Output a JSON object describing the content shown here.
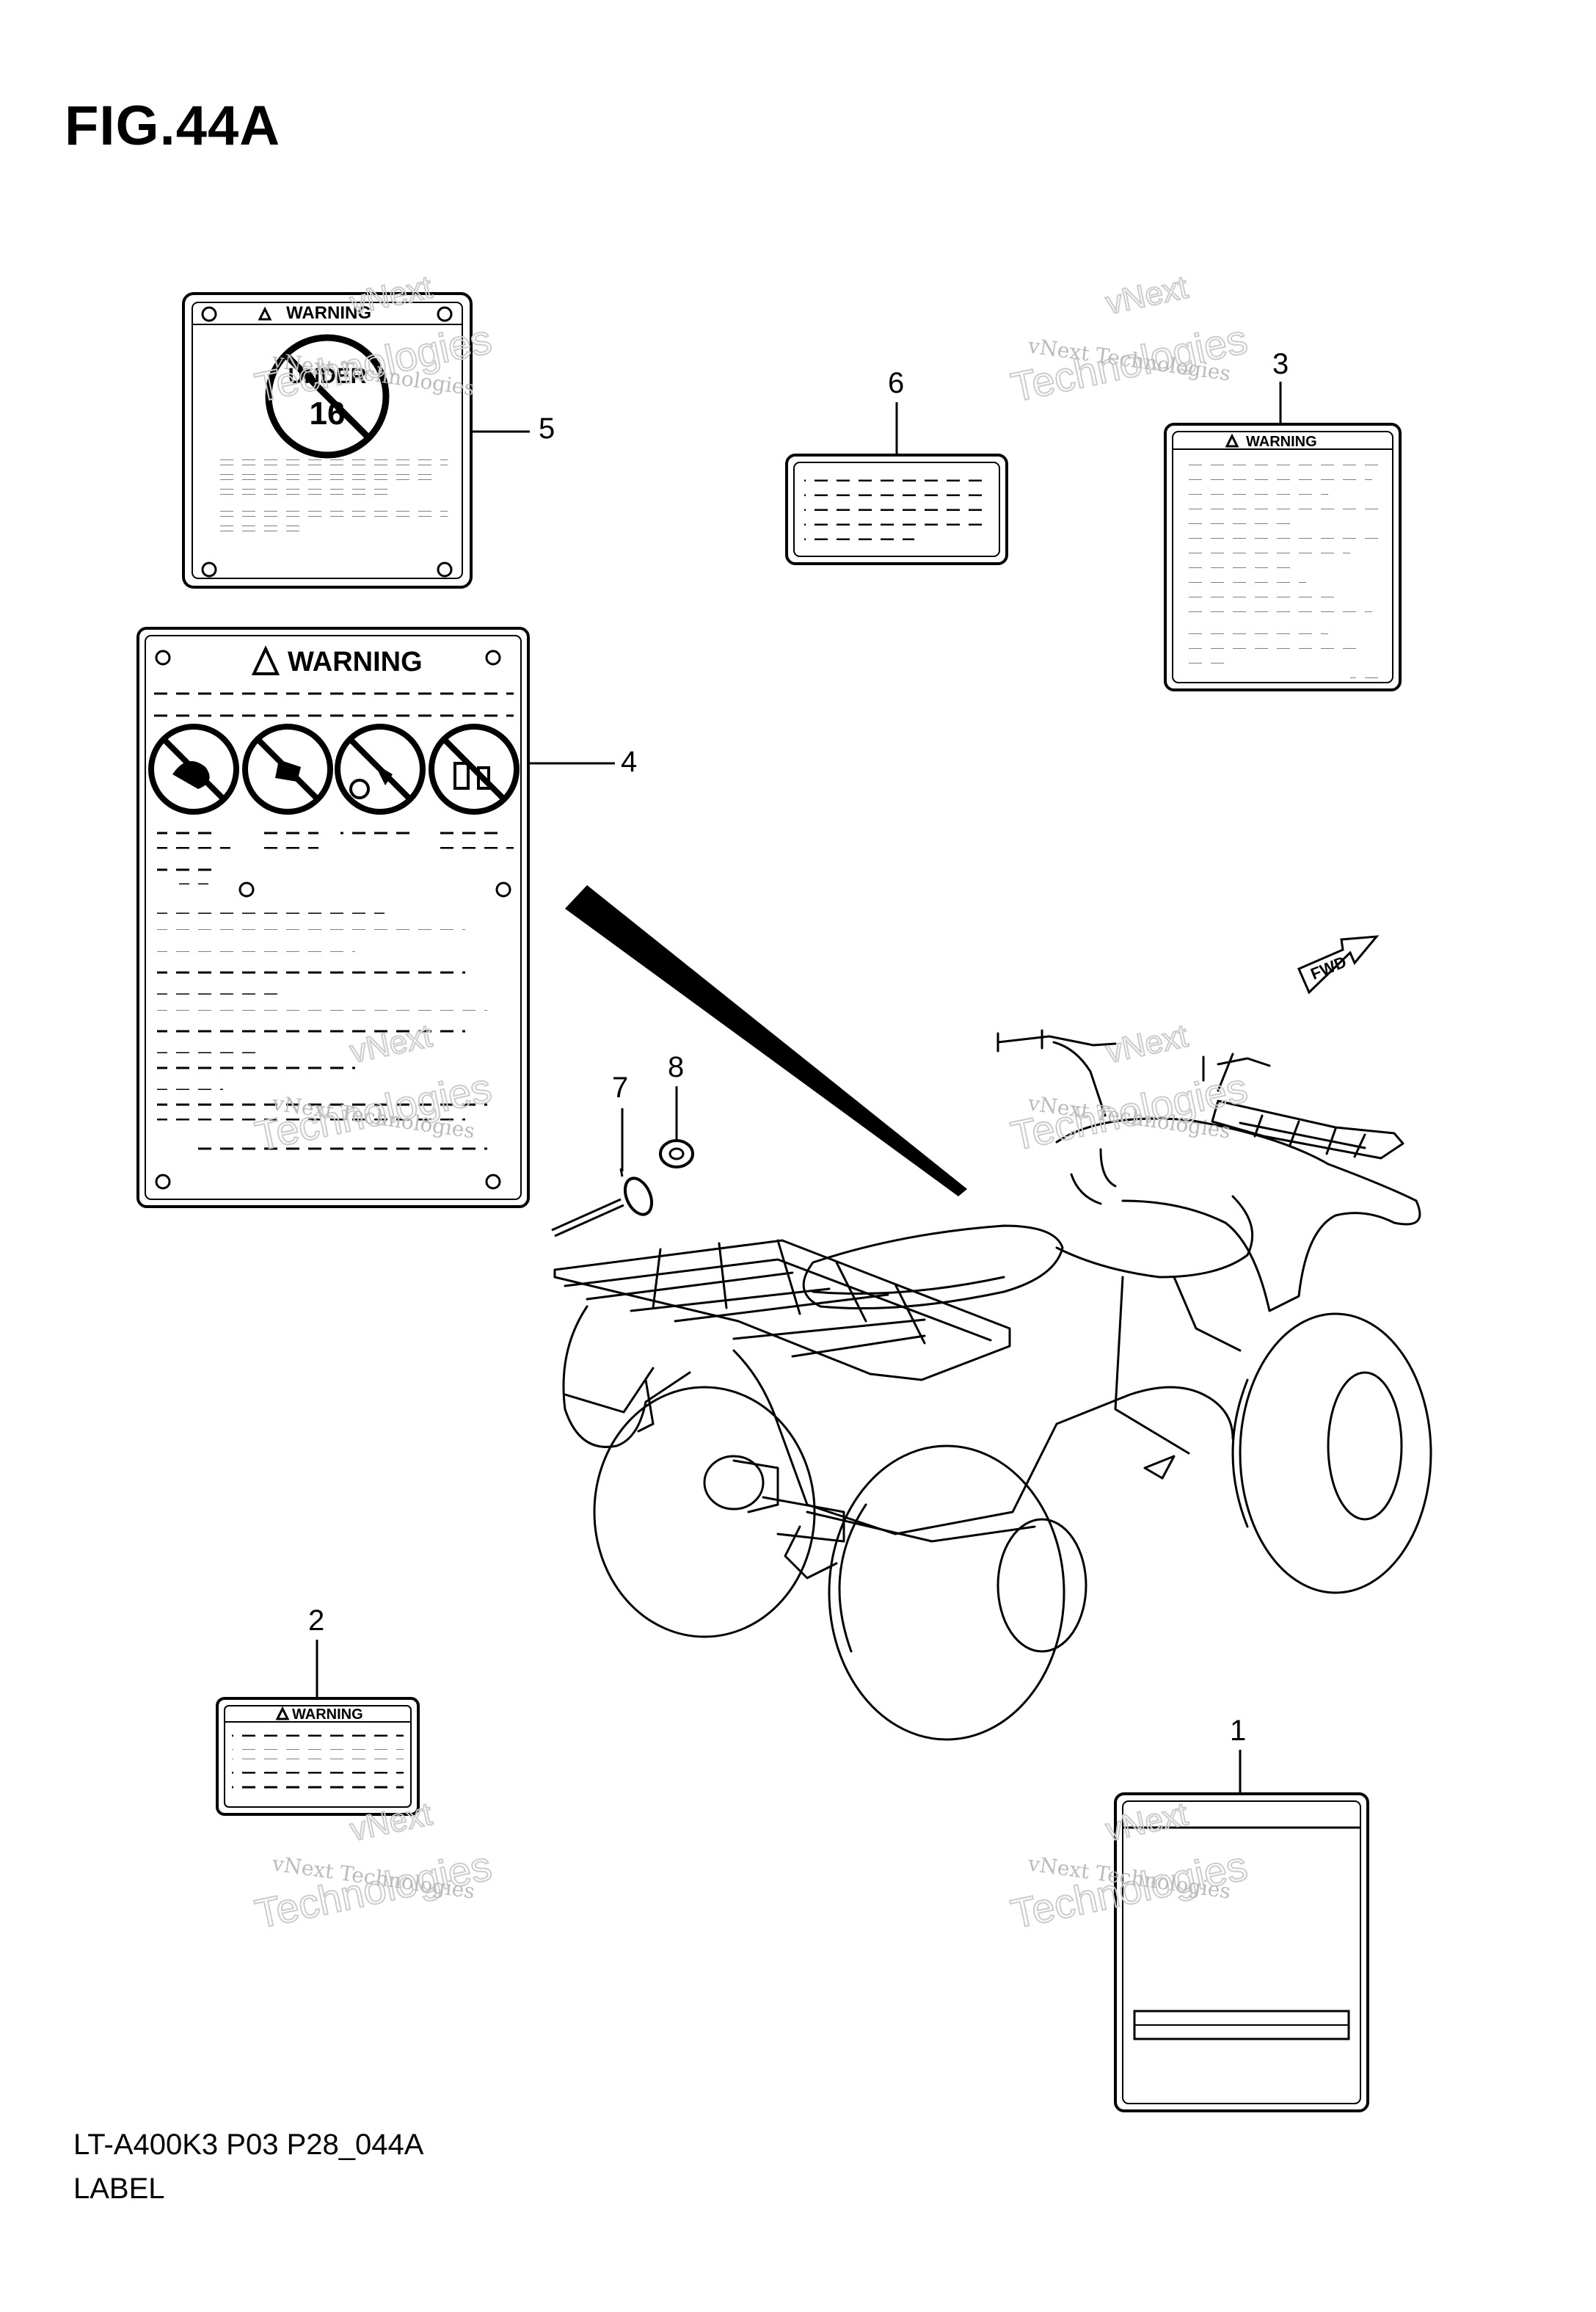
{
  "figure": {
    "title": "FIG.44A"
  },
  "footer": {
    "code": "LT-A400K3 P03 P28_044A",
    "section": "LABEL"
  },
  "callouts": [
    "1",
    "2",
    "3",
    "4",
    "5",
    "6",
    "7",
    "8"
  ],
  "labels": {
    "warning_text": "WARNING",
    "under_top": "UNDER",
    "under_age": "16",
    "fwd": "FWD"
  },
  "watermark": {
    "line1": "vNext",
    "line2": "vNext Technologies",
    "line3": "Technologies"
  }
}
